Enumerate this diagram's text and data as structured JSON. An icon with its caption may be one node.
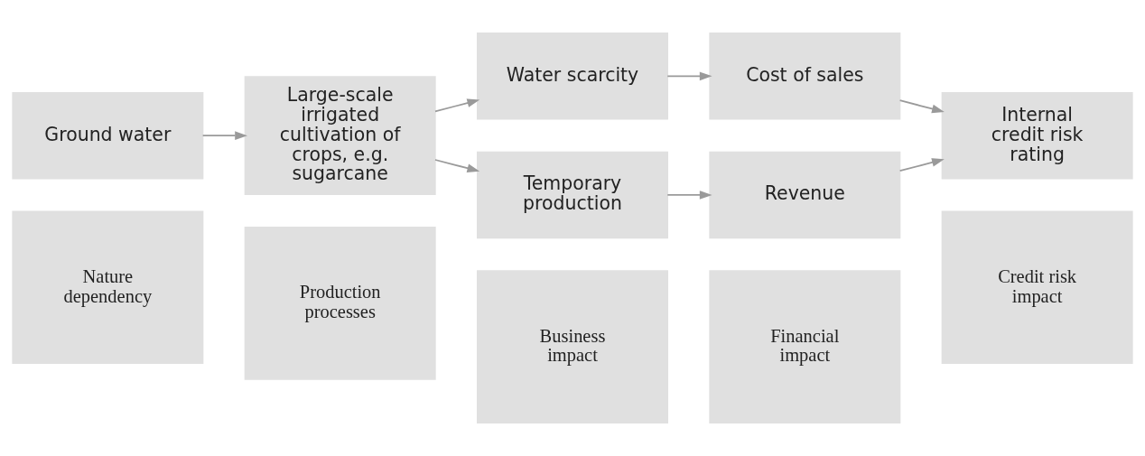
{
  "diagram": {
    "nodes": [
      {
        "text": [
          "Nature dependency"
        ]
      },
      {
        "text": [
          "Production processes"
        ]
      },
      {
        "text": [
          "Business impact"
        ]
      },
      {
        "text": [
          "Financial impact"
        ]
      },
      {
        "text": [
          "Credit risk impact"
        ]
      },
      {
        "text": [
          "Ground water"
        ]
      },
      {
        "text": [
          "Large-scale irrigated cultivation of crops, e.g. sugarcane"
        ]
      },
      {
        "text": [
          "Water scarcity"
        ]
      },
      {
        "text": [
          "Temporary production"
        ]
      },
      {
        "text": [
          "Cost of sales"
        ]
      },
      {
        "text": [
          "Revenue"
        ]
      },
      {
        "text": [
          "Internal credit risk rating"
        ]
      }
    ],
    "edges": [
      {
        "from": 5,
        "to": 6,
        "arrow": "to"
      },
      {
        "from": 6,
        "to": 7,
        "arrow": "to"
      },
      {
        "from": 6,
        "to": 8,
        "arrow": "to"
      },
      {
        "from": 7,
        "to": 9,
        "arrow": "to"
      },
      {
        "from": 8,
        "to": 10,
        "arrow": "to"
      },
      {
        "from": 9,
        "to": 11,
        "arrow": "to"
      },
      {
        "from": 10,
        "to": 11,
        "arrow": "to"
      }
    ]
  }
}
